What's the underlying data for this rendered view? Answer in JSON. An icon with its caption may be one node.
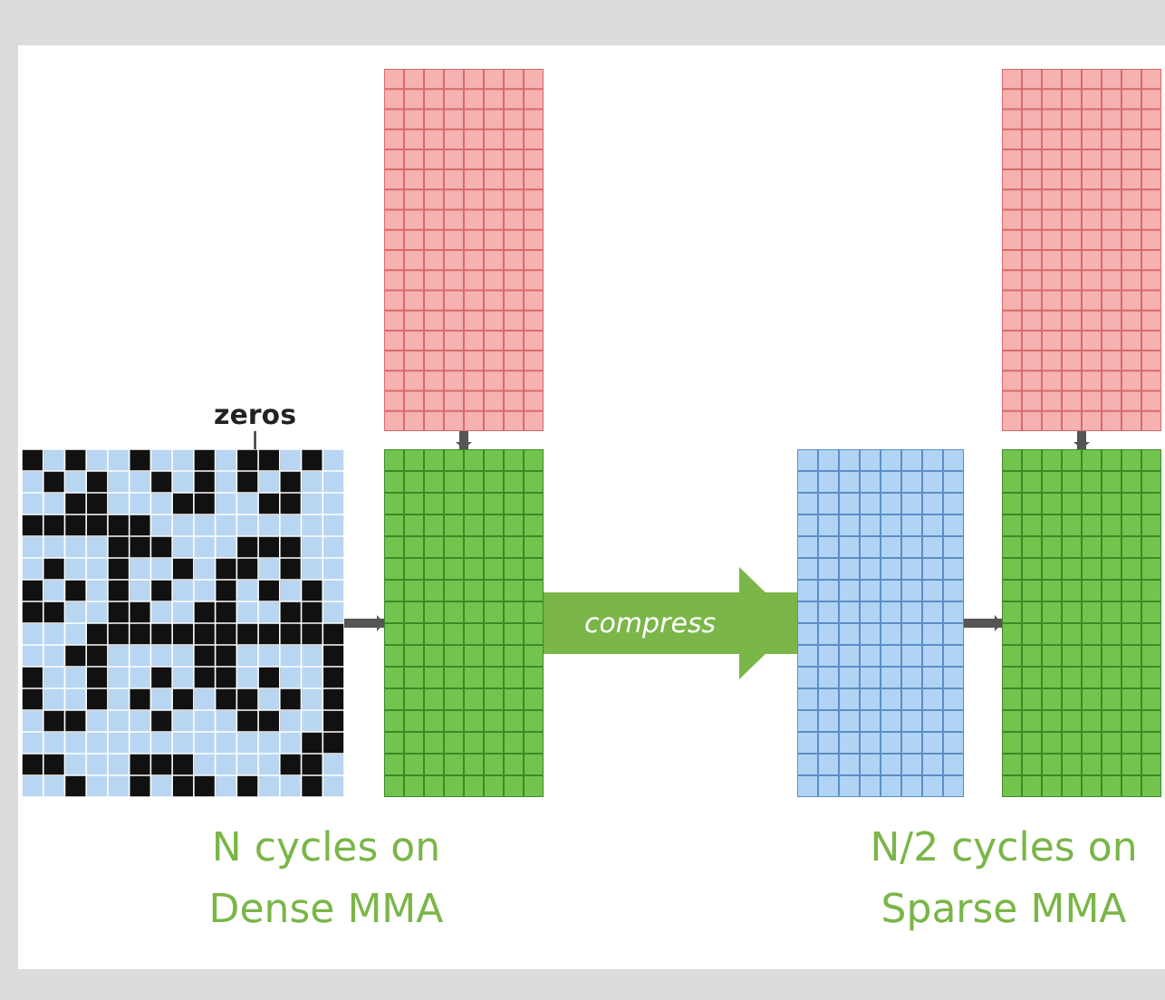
{
  "diagram": {
    "nodes": [
      {
        "text": [],
        "shape": "grid"
      },
      {
        "text": [],
        "shape": "grid"
      },
      {
        "text": [
          "zeros"
        ]
      },
      {
        "text": [],
        "shape": "grid"
      },
      {
        "text": [],
        "shape": "grid"
      },
      {
        "text": [],
        "shape": "grid"
      },
      {
        "text": [],
        "shape": "grid"
      }
    ],
    "edges": [
      {
        "from": 0,
        "to": 4,
        "arrow": "to"
      },
      {
        "from": 1,
        "to": 6,
        "arrow": "to"
      },
      {
        "from": 2,
        "to": 3,
        "arrow": "none"
      },
      {
        "from": 3,
        "to": 4,
        "arrow": "to"
      },
      {
        "from": 4,
        "to": 5,
        "arrow": "to",
        "label": "compress",
        "style": "thick",
        "color": "#7ab648"
      },
      {
        "from": 5,
        "to": 6,
        "arrow": "to"
      }
    ],
    "labels": [
      "N cycles on Dense MMA",
      "N/2 cycles on Sparse MMA"
    ]
  }
}
